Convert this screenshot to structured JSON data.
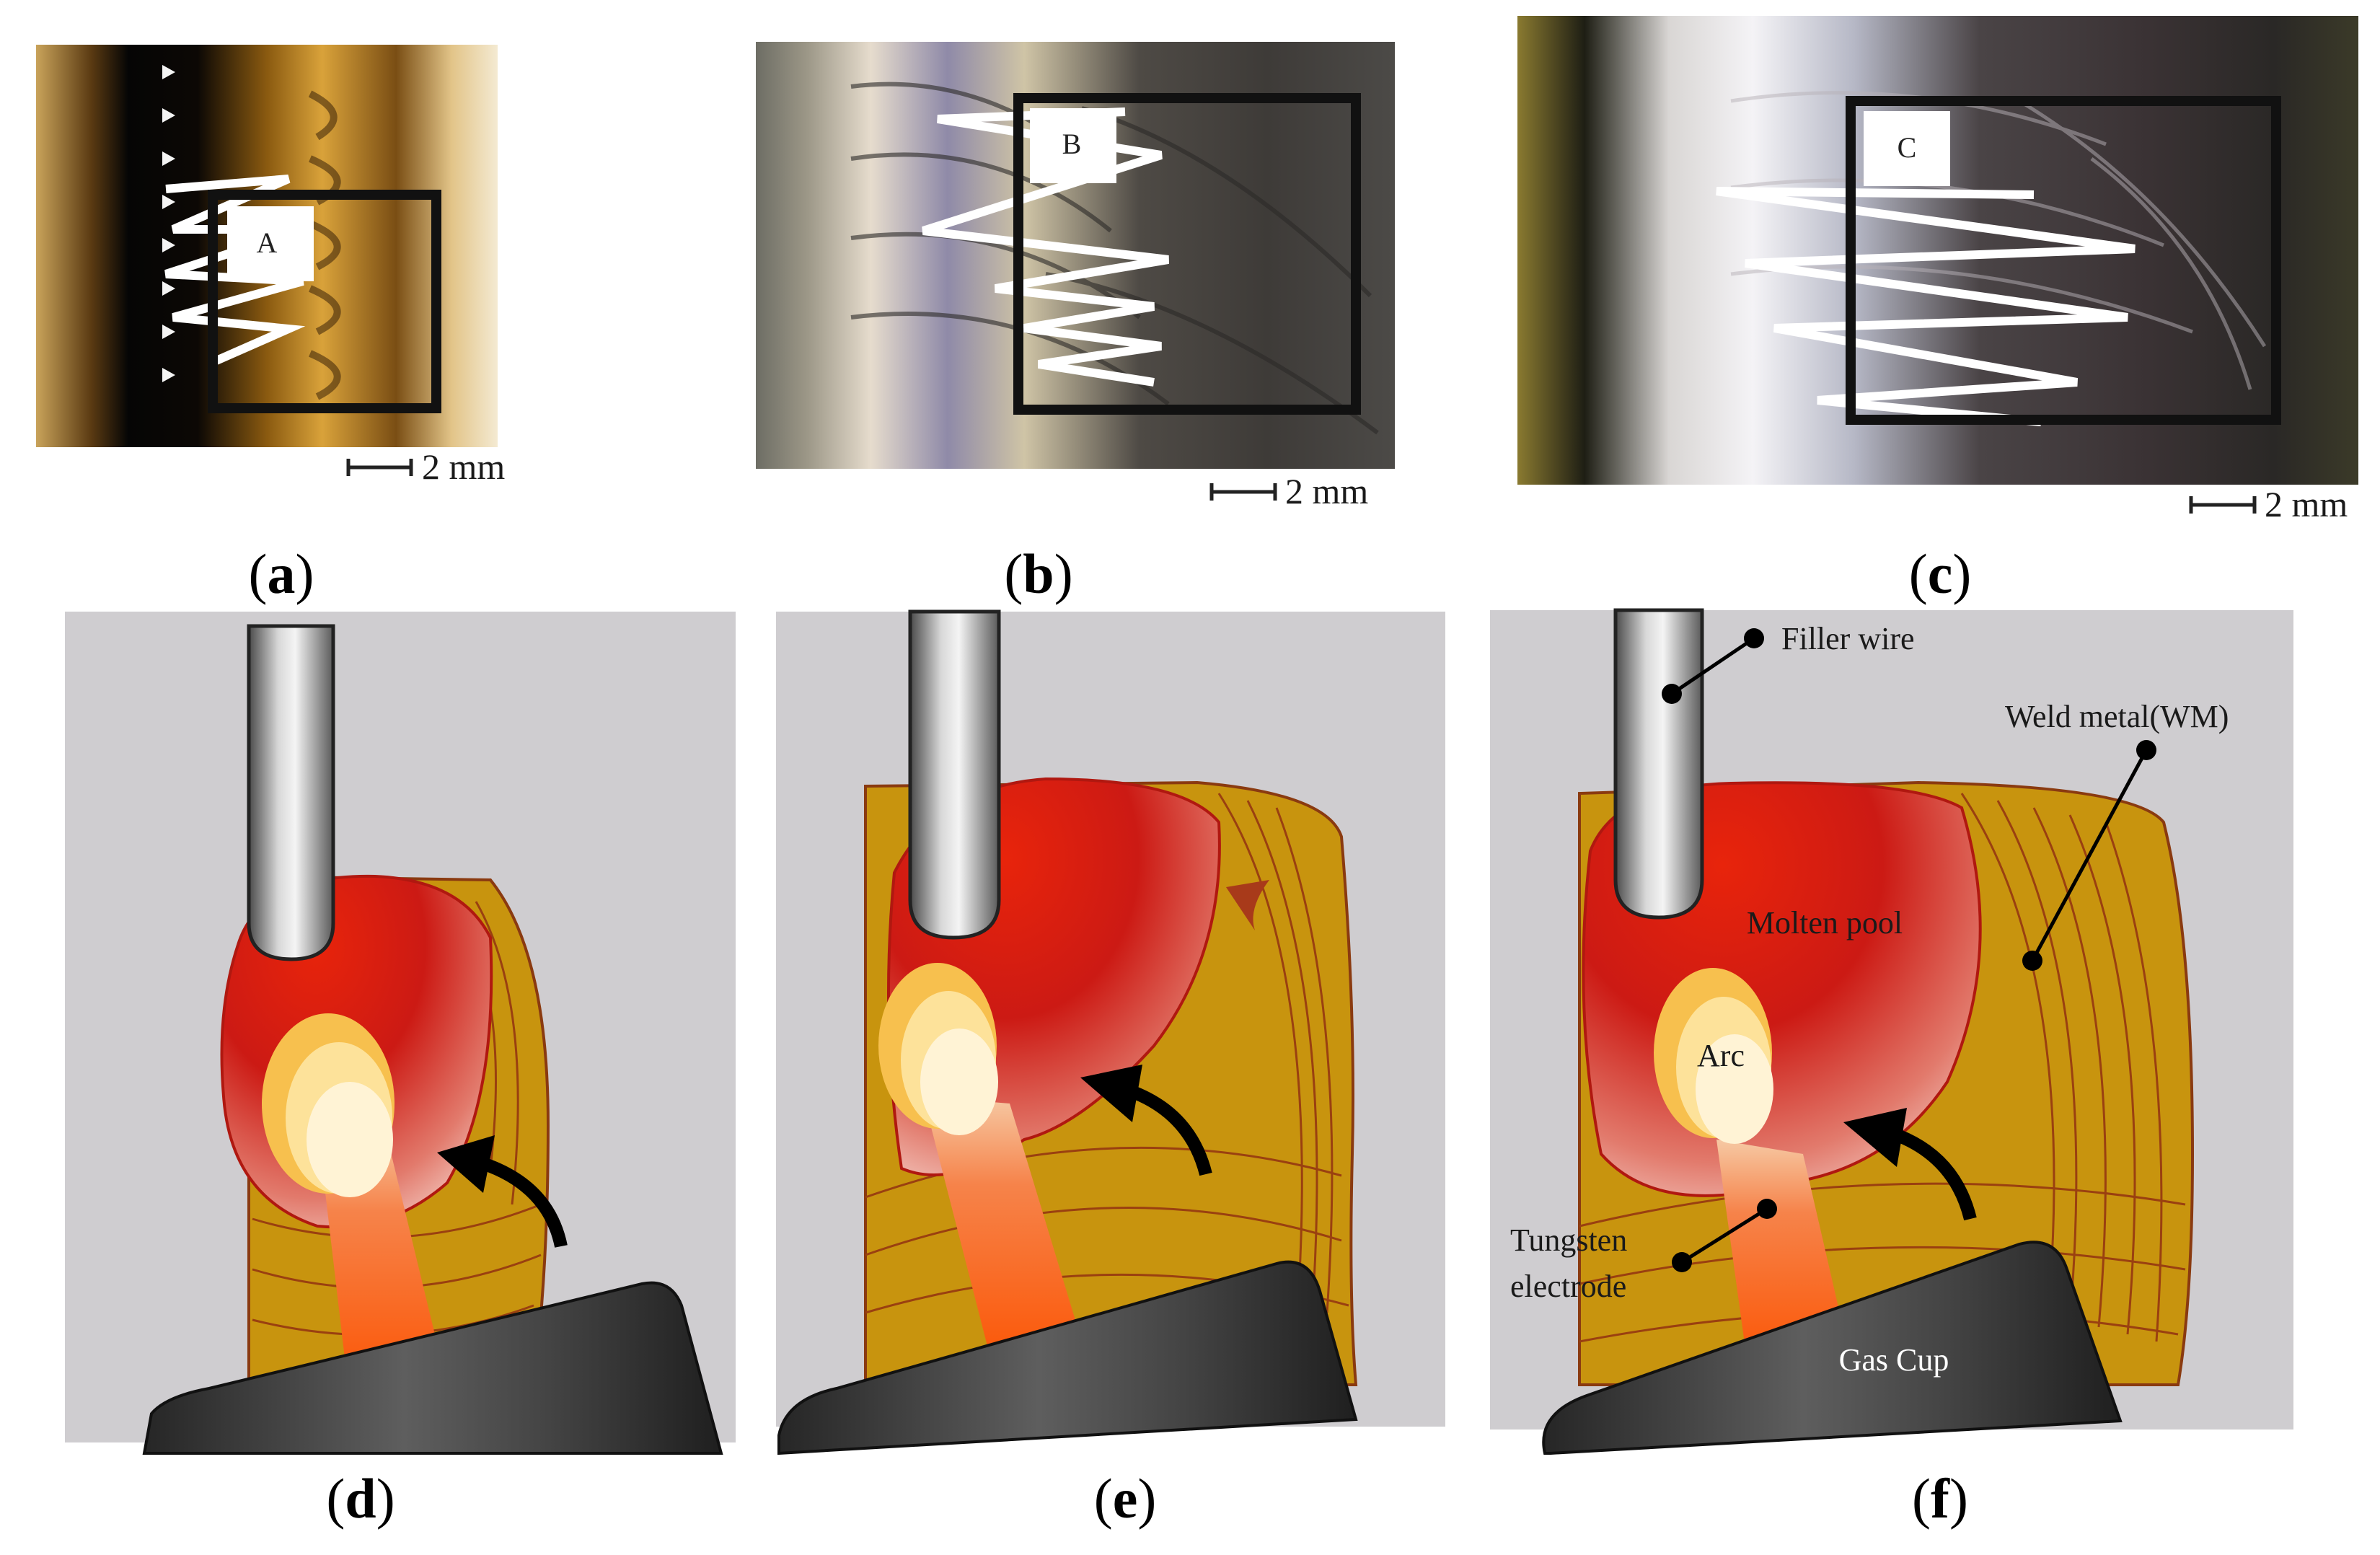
{
  "panels": {
    "a": {
      "label_open": "(",
      "label_letter": "a",
      "label_close": ")",
      "box_label": "A",
      "scale": "2 mm"
    },
    "b": {
      "label_open": "(",
      "label_letter": "b",
      "label_close": ")",
      "box_label": "B",
      "scale": "2 mm"
    },
    "c": {
      "label_open": "(",
      "label_letter": "c",
      "label_close": ")",
      "box_label": "C",
      "scale": "2 mm"
    },
    "d": {
      "label_open": "(",
      "label_letter": "d",
      "label_close": ")"
    },
    "e": {
      "label_open": "(",
      "label_letter": "e",
      "label_close": ")"
    },
    "f": {
      "label_open": "(",
      "label_letter": "f",
      "label_close": ")"
    }
  },
  "annotations": {
    "filler_wire": "Filler wire",
    "weld_metal": "Weld metal(WM)",
    "molten_pool": "Molten pool",
    "arc": "Arc",
    "tungsten_line1": "Tungsten",
    "tungsten_line2": "electrode",
    "gas_cup": "Gas Cup"
  },
  "colors": {
    "background_panel": "#cfcdd0",
    "weld_metal": "#c8940e",
    "molten_pool": "#e02a10",
    "arc_core": "#fff3cf",
    "arc_glow": "#ff7a20",
    "gas_cup": "#2e2e2e",
    "filler_wire": "#8c8c8c"
  }
}
